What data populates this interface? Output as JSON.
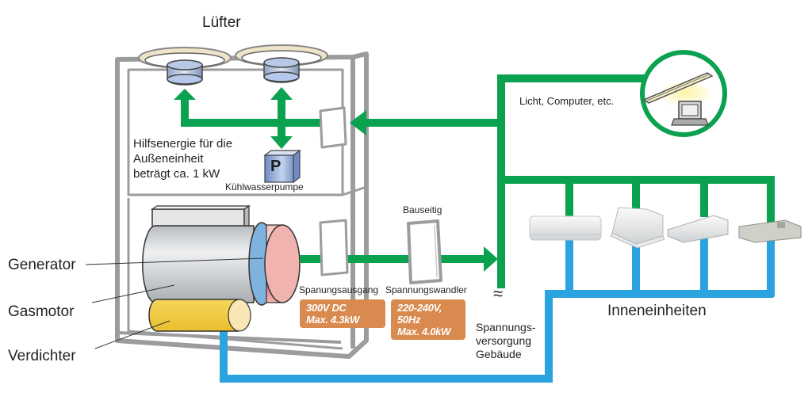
{
  "labels": {
    "fans": "Lüfter",
    "aux_power_line1": "Hilfsenergie für die",
    "aux_power_line2": "Außeneinheit",
    "aux_power_line3": "beträgt ca. 1 kW",
    "coolant_pump": "Kühlwasserpumpe",
    "pump_letter": "P",
    "generator": "Generator",
    "gas_engine": "Gasmotor",
    "compressor": "Verdichter",
    "voltage_output": "Spanungsausgang",
    "voltage_converter": "Spannungswandler",
    "site_side": "Bauseitig",
    "building_supply_line1": "Spannungs-",
    "building_supply_line2": "versorgung",
    "building_supply_line3": "Gebäude",
    "loads": "Licht, Computer, etc.",
    "indoor_units": "Inneneinheiten",
    "break_symbol": "≈"
  },
  "specs": {
    "output": {
      "line1": "300V DC",
      "line2": "Max. 4.3kW"
    },
    "converter": {
      "line1": "220-240V, 50Hz",
      "line2": "Max. 4.0kW"
    }
  },
  "colors": {
    "power_line": "#0aa14f",
    "refrigerant_line": "#2aa3df",
    "frame": "#9b9c9e",
    "spec_badge": "#d98a4e"
  },
  "indoor_unit_types": [
    "wall-mounted",
    "ceiling-cassette",
    "ceiling-suspended",
    "ducted"
  ]
}
